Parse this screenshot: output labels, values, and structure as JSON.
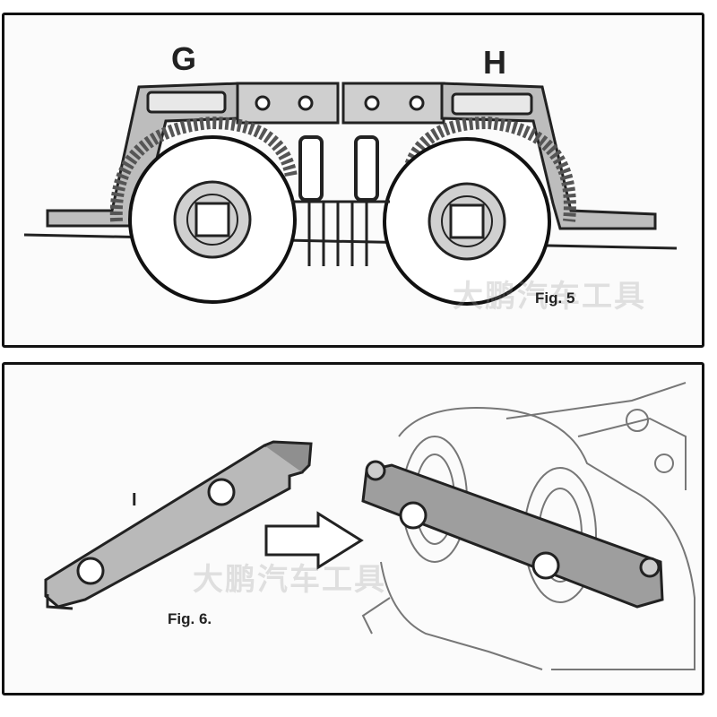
{
  "figure5": {
    "label_left": "G",
    "label_right": "H",
    "caption": "Fig. 5",
    "watermark": "大鹏汽车工具"
  },
  "figure6": {
    "tool_label": "I",
    "caption": "Fig. 6.",
    "watermark": "大鹏汽车工具"
  },
  "colors": {
    "panel_border": "#111111",
    "tool_fill": "#b9b9b9",
    "line": "#222222"
  }
}
